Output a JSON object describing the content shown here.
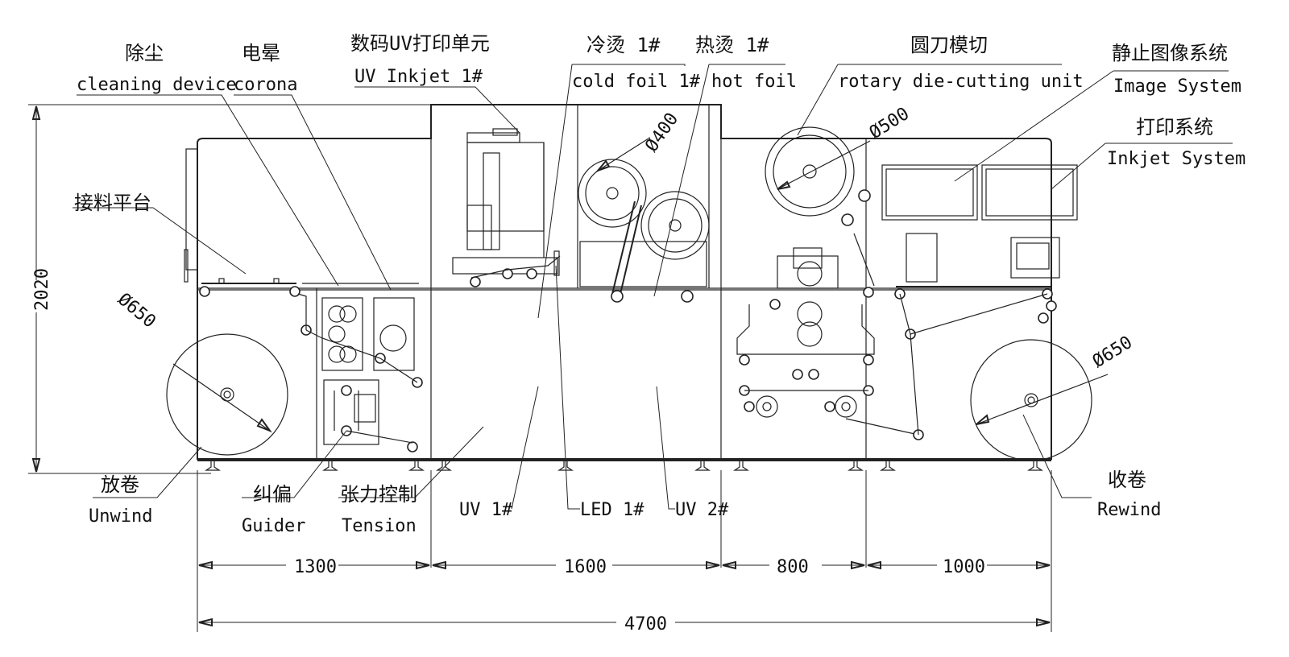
{
  "labels": {
    "cleaning_cn": "除尘",
    "cleaning_en": "cleaning device",
    "corona_cn": "电晕",
    "corona_en": "corona",
    "uv_inkjet_cn": "数码UV打印单元",
    "uv_inkjet_en": "UV Inkjet 1#",
    "cold_foil_cn": "冷烫 1#",
    "cold_foil_en": "cold foil 1#",
    "hot_foil_cn": "热烫 1#",
    "hot_foil_en": "hot foil",
    "rotary_cn": "圆刀模切",
    "rotary_en": "rotary die-cutting unit",
    "image_sys_cn": "静止图像系统",
    "image_sys_en": "Image System",
    "inkjet_sys_cn": "打印系统",
    "inkjet_sys_en": "Inkjet System",
    "splice_cn": "接料平台",
    "unwind_cn": "放卷",
    "unwind_en": "Unwind",
    "guider_cn": "纠偏",
    "guider_en": "Guider",
    "tension_cn": "张力控制",
    "tension_en": "Tension",
    "uv1": "UV 1#",
    "led1": "LED 1#",
    "uv2": "UV 2#",
    "rewind_cn": "收卷",
    "rewind_en": "Rewind"
  },
  "dimensions": {
    "height": "2020",
    "seg1": "1300",
    "seg2": "1600",
    "seg3": "800",
    "seg4": "1000",
    "total": "4700",
    "dia_unwind": "Ø650",
    "dia_rewind": "Ø650",
    "dia_foil": "Ø400",
    "dia_die": "Ø500"
  }
}
